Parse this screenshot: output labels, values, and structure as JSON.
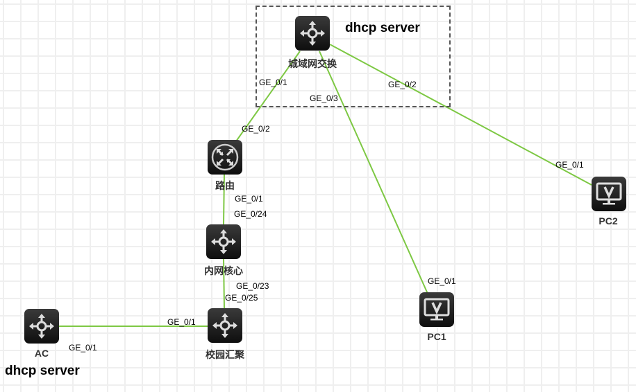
{
  "title_top": "dhcp server",
  "title_bottom": "dhcp server",
  "nodes": {
    "metro": "城域网交换",
    "router": "路由",
    "core": "内网核心",
    "agg": "校园汇聚",
    "ac": "AC",
    "pc1": "PC1",
    "pc2": "PC2"
  },
  "ports": {
    "metro_router": "GE_0/1",
    "router_metro": "GE_0/2",
    "metro_pc1": "GE_0/3",
    "metro_pc2": "GE_0/2",
    "pc2": "GE_0/1",
    "pc1": "GE_0/1",
    "router_core": "GE_0/1",
    "core_router": "GE_0/24",
    "core_agg": "GE_0/23",
    "agg_core": "GE_0/25",
    "agg_ac": "GE_0/1",
    "ac_agg": "GE_0/1"
  },
  "colors": {
    "link": "#7dc843"
  }
}
